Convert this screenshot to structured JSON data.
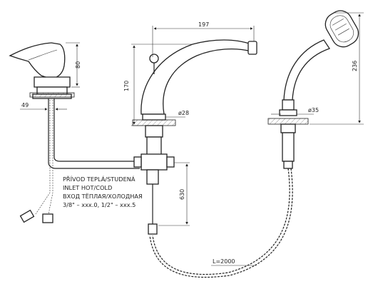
{
  "dimensions": {
    "lever_height": "80",
    "lever_offset": "49",
    "spout_reach": "197",
    "spout_height": "170",
    "spout_diameter": "ø28",
    "hose_pipe_length": "630",
    "shower_diameter": "ø35",
    "shower_height": "236",
    "hose_length": "L=2000"
  },
  "inlet_note": [
    "PŘÍVOD TEPLÁ/STUDENÁ",
    "INLET HOT/COLD",
    "ВХОД ТЁПЛАЯ/ХОЛОДНАЯ",
    "3/8\" – xxx.0, 1/2\" – xxx.5"
  ]
}
